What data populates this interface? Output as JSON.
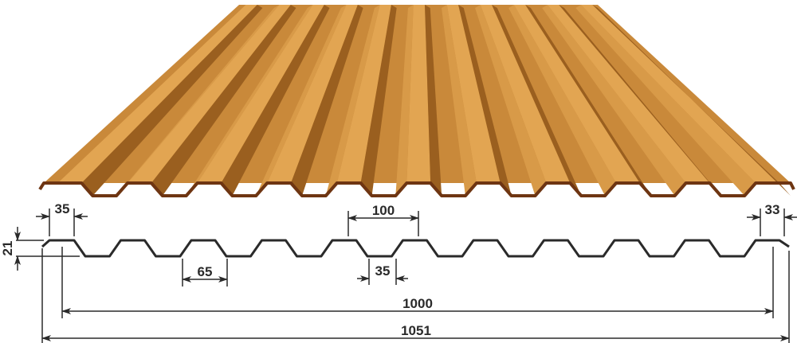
{
  "colors": {
    "sheet_light": "#e2a552",
    "sheet_mid": "#c9893a",
    "sheet_dark": "#9a5f1f",
    "edge": "#6e3512",
    "line": "#2a2a2a"
  },
  "dimensions": {
    "crest_top_width": "35",
    "pitch": "100",
    "edge_right": "33",
    "height": "21",
    "valley_width": "65",
    "valley_bottom": "35",
    "useful_width": "1000",
    "total_width": "1051"
  }
}
